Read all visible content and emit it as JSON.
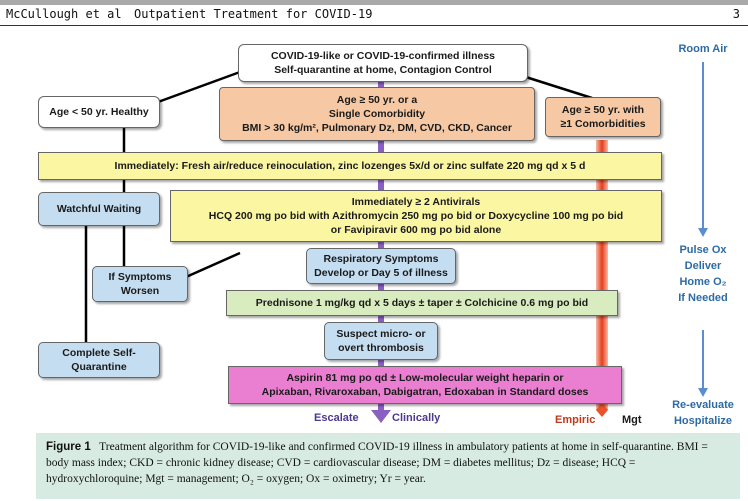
{
  "header": {
    "authors": "McCullough et al",
    "title": "Outpatient Treatment for COVID-19",
    "page_number": "3"
  },
  "boxes": {
    "illness": [
      "COVID-19-like or COVID-19-confirmed illness",
      "Self-quarantine at home, Contagion Control"
    ],
    "age_young": "Age < 50 yr. Healthy",
    "age_single": [
      "Age ≥ 50 yr. or a",
      "Single Comorbidity",
      "BMI > 30 kg/m², Pulmonary Dz, DM, CVD, CKD, Cancer"
    ],
    "age_multi": [
      "Age ≥ 50 yr. with",
      "≥1 Comorbidities"
    ],
    "immediately": "Immediately:  Fresh air/reduce reinoculation, zinc lozenges 5x/d or zinc sulfate 220 mg qd x 5 d",
    "watchful": "Watchful Waiting",
    "antivirals": [
      "Immediately ≥ 2 Antivirals",
      "HCQ 200 mg po bid with Azithromycin 250 mg po bid or Doxycycline 100 mg po bid",
      "or Favipiravir 600 mg po bid alone"
    ],
    "if_symptoms": [
      "If Symptoms",
      "Worsen"
    ],
    "respiratory": [
      "Respiratory Symptoms",
      "Develop or Day 5 of illness"
    ],
    "prednisone": "Prednisone 1 mg/kg qd x 5 days ± taper ± Colchicine 0.6 mg po bid",
    "complete": [
      "Complete Self-",
      "Quarantine"
    ],
    "thrombosis": [
      "Suspect micro- or",
      "overt thrombosis"
    ],
    "aspirin": [
      "Aspirin 81 mg po qd ± Low-molecular weight heparin or",
      "Apixaban, Rivaroxaban, Dabigatran, Edoxaban in Standard doses"
    ]
  },
  "side": {
    "room_air": "Room Air",
    "pulse": [
      "Pulse Ox",
      "Deliver",
      "Home O₂",
      "If Needed"
    ],
    "reevaluate": [
      "Re-evaluate",
      "Hospitalize"
    ]
  },
  "bottom": {
    "escalate": "Escalate",
    "clinically": "Clinically",
    "empiric": "Empiric",
    "mgt": "Mgt"
  },
  "caption": {
    "label": "Figure 1",
    "text": "Treatment algorithm for COVID-19-like and confirmed COVID-19 illness in ambulatory patients at home in self-quarantine. BMI = body mass index; CKD = chronic kidney disease; CVD = cardiovascular disease; DM = diabetes mellitus; Dz = disease; HCQ = hydroxychloroquine; Mgt = management; O₂ = oxygen; Ox = oximetry; Yr = year."
  },
  "colors": {
    "purple_arrow": "#8a5fc4",
    "red_arrow": "#e8522c",
    "blue_arrow": "#5b8ed0",
    "side_text": "#2d6ba4",
    "caption_bg": "#d8ebe3"
  }
}
